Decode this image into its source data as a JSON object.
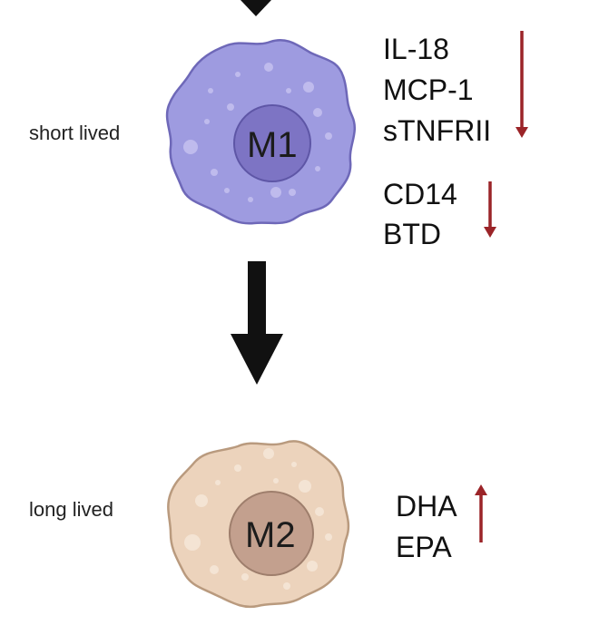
{
  "cells": [
    {
      "id": "m1",
      "name": "M1",
      "lifespan_label": "short lived",
      "body_color": "#9e9be0",
      "body_stroke": "#6e68b8",
      "nucleus_color": "#7d74c4",
      "nucleus_stroke": "#5e56a6",
      "marker_groups": [
        {
          "markers": [
            "IL-18",
            "MCP-1",
            "sTNFRII"
          ],
          "trend": "down"
        },
        {
          "markers": [
            "CD14",
            "BTD"
          ],
          "trend": "down"
        }
      ]
    },
    {
      "id": "m2",
      "name": "M2",
      "lifespan_label": "long lived",
      "body_color": "#ecd3bc",
      "body_stroke": "#b99a7e",
      "nucleus_color": "#c3a08e",
      "nucleus_stroke": "#9e7e6c",
      "marker_groups": [
        {
          "markers": [
            "DHA",
            "EPA"
          ],
          "trend": "up"
        }
      ]
    }
  ],
  "colors": {
    "trend_arrow": "#9b2428",
    "flow_arrow": "#111111"
  }
}
